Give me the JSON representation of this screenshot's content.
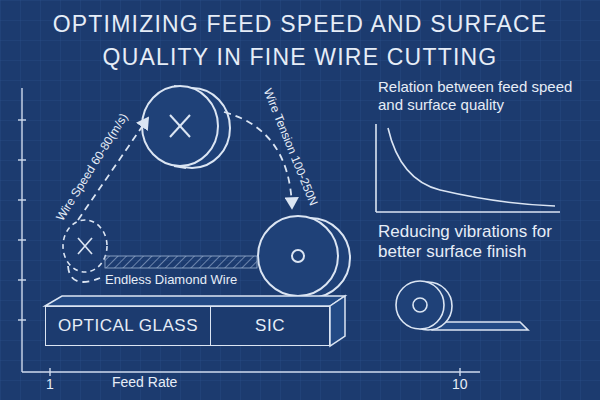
{
  "diagram": {
    "title": "OPTIMIZING FEED SPEED AND SURFACE QUALITY IN FINE WIRE CUTTING",
    "nodes": [
      {
        "text": [
          "OPTICAL GLASS"
        ]
      },
      {
        "text": [
          "SIC"
        ]
      }
    ],
    "labels": [
      "Wire Speed 60-80(m/s)",
      "Wire Tension 100-250N",
      "Endless Diamond Wire",
      "Relation between feed speed and surface quality",
      "Reducing vibrations for better surface finish",
      "Feed Rate",
      "1",
      "10"
    ]
  }
}
